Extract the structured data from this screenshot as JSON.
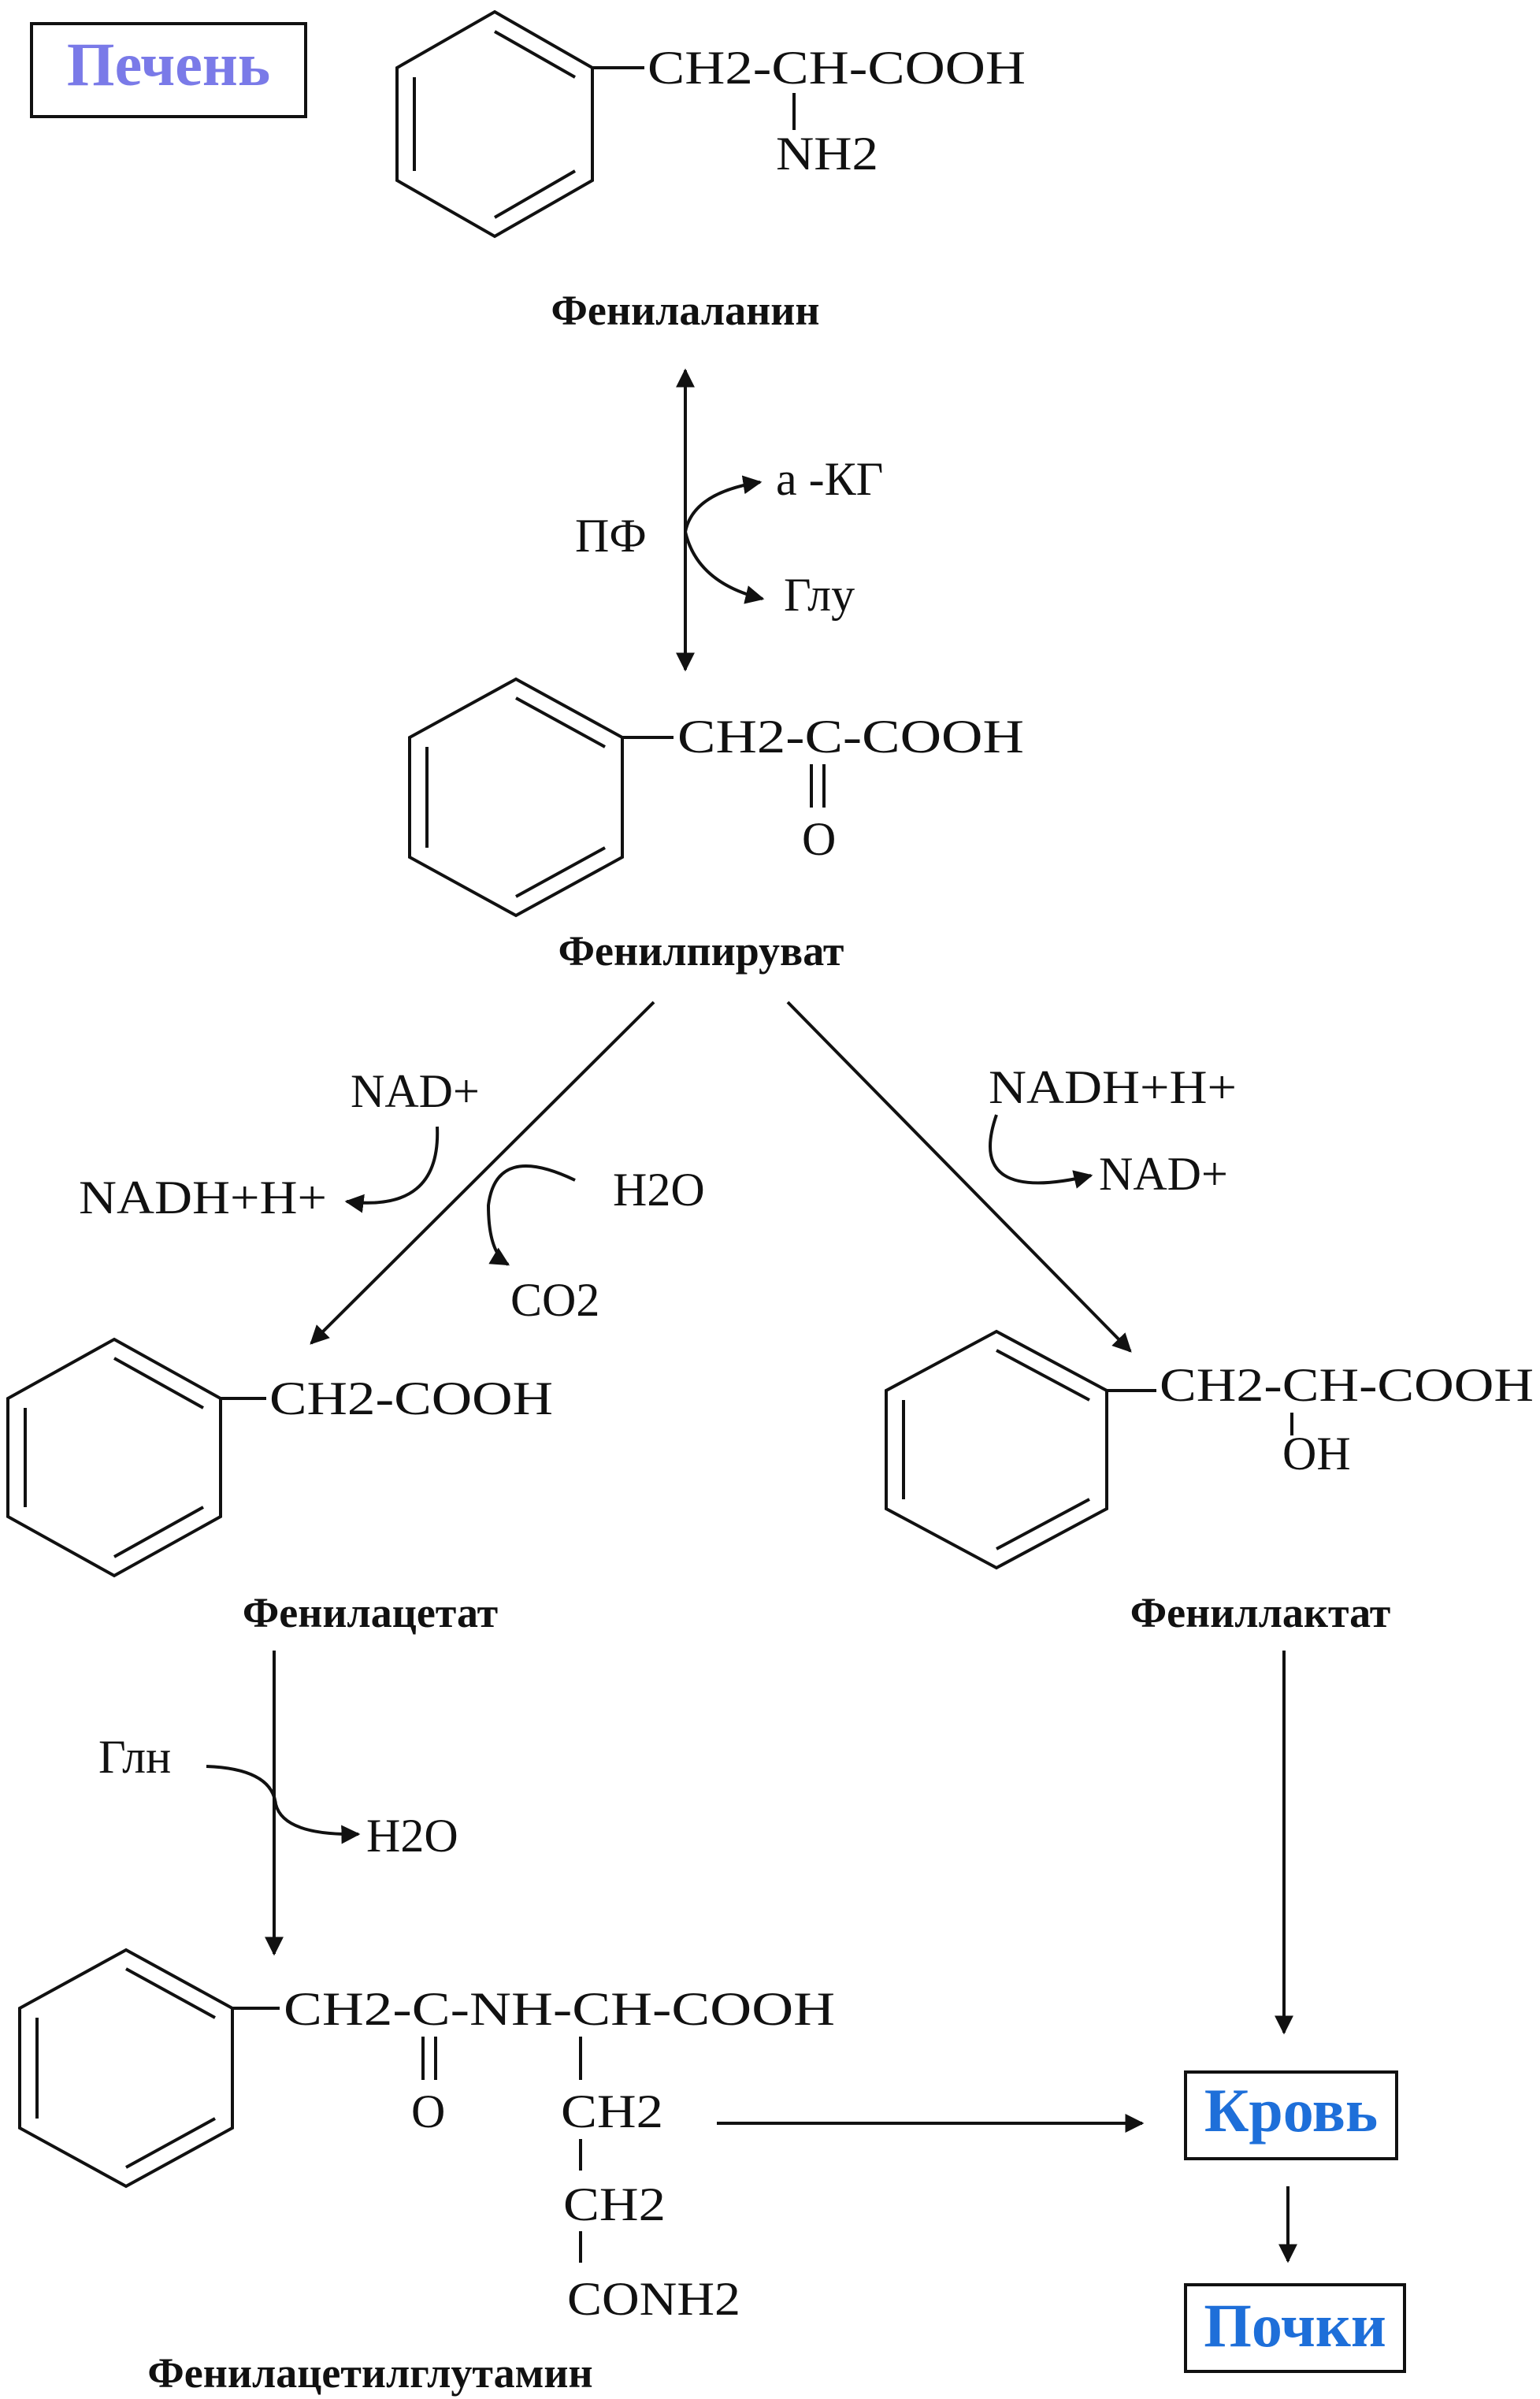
{
  "colors": {
    "liver_label": "#7a7ae8",
    "phenylalanine_label": "#d43a3a",
    "organ_label": "#1e6fd9",
    "text": "#111111",
    "box_border": "#111111"
  },
  "labels": {
    "liver": "Печень",
    "blood": "Кровь",
    "kidneys": "Почки"
  },
  "compounds": {
    "phenylalanine": {
      "name": "Фенилаланин",
      "chain": "CH2-CH-COOH",
      "substituent": "NH2"
    },
    "phenylpyruvate": {
      "name": "Фенилпируват",
      "chain": "CH2-C-COOH",
      "substituent": "O"
    },
    "phenylacetate": {
      "name": "Фенилацетат",
      "chain": "CH2-COOH"
    },
    "phenyllactate": {
      "name": "Фениллактат",
      "chain": "CH2-CH-COOH",
      "substituent": "OH"
    },
    "phenylacetylglutamine": {
      "name": "Фенилацетилглутамин",
      "chain": "CH2-C-NH-CH-COOH",
      "carbonyl": "O",
      "side_chain": [
        "CH2",
        "CH2",
        "CONH2"
      ]
    }
  },
  "reactions": {
    "transamination": {
      "enzyme": "ПФ",
      "product": "а -КГ",
      "substrate": "Глу"
    },
    "oxidative_decarboxylation": {
      "cofactor_in": "NAD+",
      "cofactor_out": "NADH+H+",
      "water": "H2O",
      "co2": "CO2"
    },
    "reduction": {
      "cofactor_in": "NADH+H+",
      "cofactor_out": "NAD+"
    },
    "conjugation": {
      "substrate": "Глн",
      "product": "H2O"
    }
  },
  "edges": [
    {
      "from": "Фенилаланин",
      "to": "Фенилпируват",
      "type": "reversible"
    },
    {
      "from": "Фенилпируват",
      "to": "Фенилацетат"
    },
    {
      "from": "Фенилпируват",
      "to": "Фениллактат"
    },
    {
      "from": "Фенилацетат",
      "to": "Фенилацетилглутамин"
    },
    {
      "from": "Фенилацетилглутамин",
      "to": "Кровь"
    },
    {
      "from": "Фениллактат",
      "to": "Кровь"
    },
    {
      "from": "Кровь",
      "to": "Почки"
    }
  ]
}
